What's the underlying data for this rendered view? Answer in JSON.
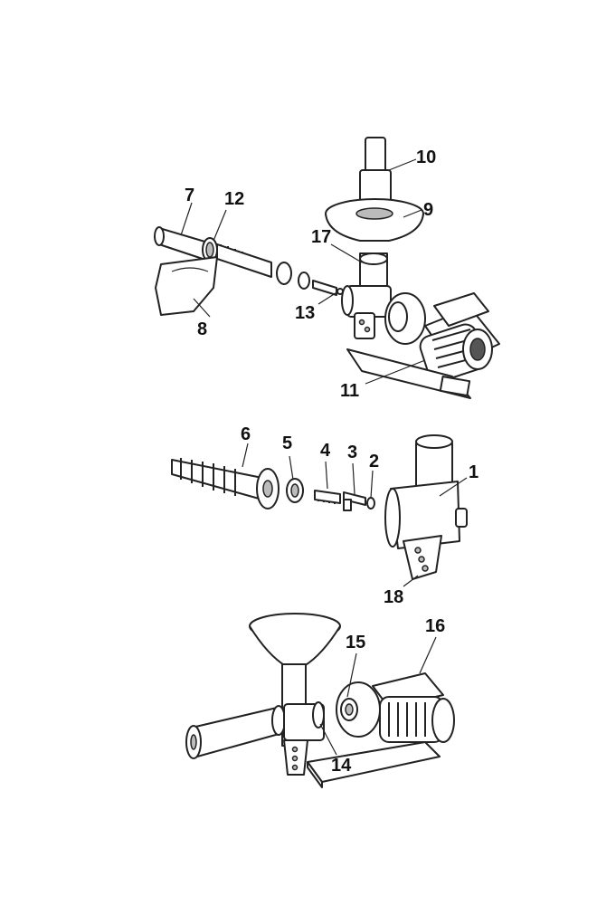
{
  "diagram": {
    "assembled_view": {
      "labels": [
        "10",
        "9",
        "7",
        "12",
        "17",
        "13",
        "8",
        "11"
      ]
    },
    "exploded_view": {
      "labels": [
        "6",
        "5",
        "4",
        "3",
        "2",
        "1",
        "18"
      ]
    },
    "motor_view": {
      "labels": [
        "16",
        "15",
        "14"
      ]
    }
  }
}
